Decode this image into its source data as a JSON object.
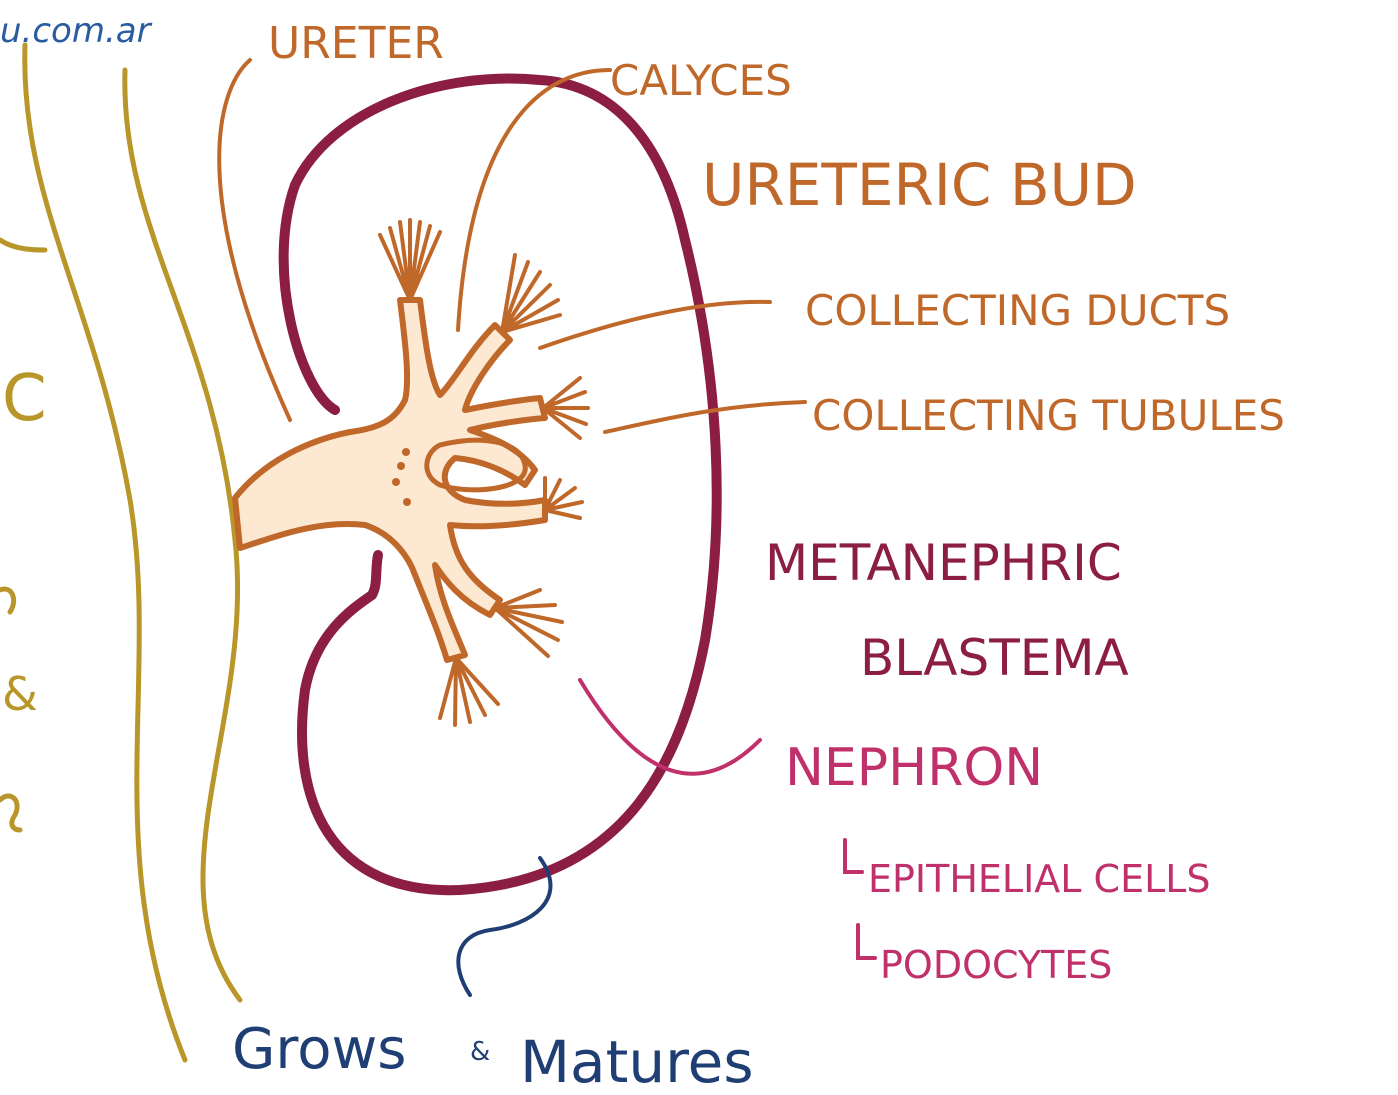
{
  "watermark": "u.com.ar",
  "edge_fragments": [
    "C",
    "&"
  ],
  "labels": {
    "ureter": "URETER",
    "calyces": "CALYCES",
    "ureteric_bud": "URETERIC BUD",
    "collecting_ducts": "COLLECTING DUCTS",
    "collecting_tubules": "COLLECTING TUBULES",
    "metanephric": "METANEPHRIC",
    "blastema": "BLASTEMA",
    "nephron": "NEPHRON",
    "epithelial_cells": "EPITHELIAL CELLS",
    "podocytes": "PODOCYTES",
    "grows": "Grows",
    "amp": "&",
    "matures": "Matures"
  },
  "colors": {
    "orange": "#c0682a",
    "bud_fill": "#fde8d2",
    "maroon": "#8c1d43",
    "nephron_pink": "#c0306a",
    "olive": "#b8962a",
    "navy": "#1f3f74",
    "watermark_blue": "#2a5aa0"
  }
}
